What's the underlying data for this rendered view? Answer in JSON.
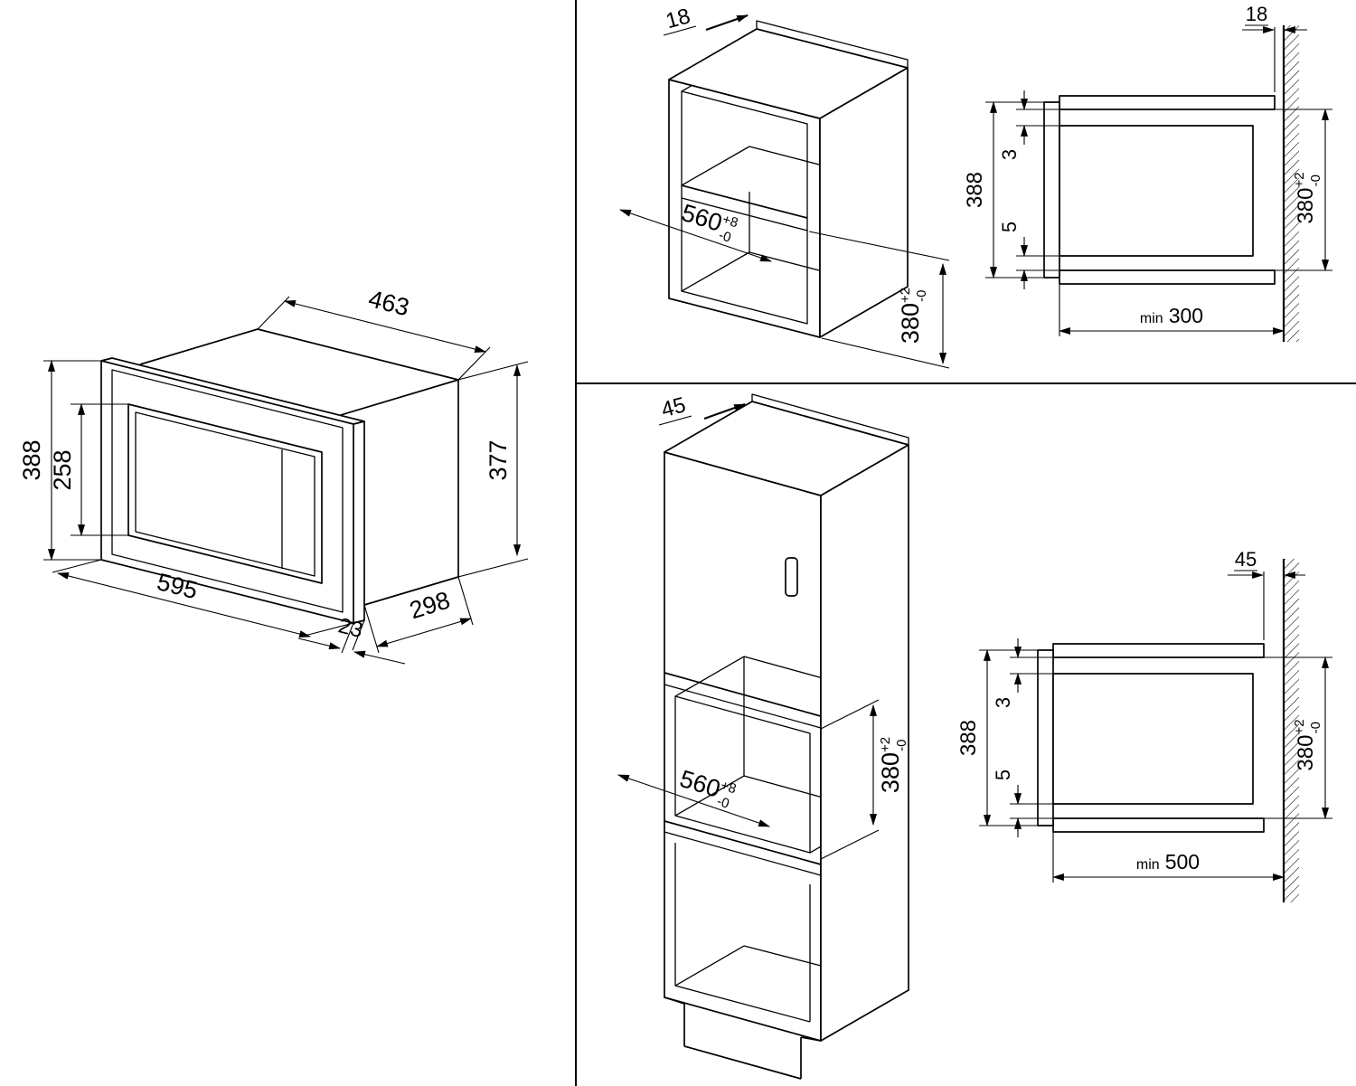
{
  "page": {
    "background": "#ffffff",
    "line_color": "#000000"
  },
  "microwave_view": {
    "top_width": "463",
    "front_height": "388",
    "window_height": "258",
    "body_height": "377",
    "front_width": "595",
    "frame_depth": "23",
    "body_depth": "298"
  },
  "niche_width": {
    "value": "560",
    "tol_plus": "+8",
    "tol_minus": "-0"
  },
  "niche_height": {
    "value": "380",
    "tol_plus": "+2",
    "tol_minus": "-0"
  },
  "wall_cabinet": {
    "panel_thickness": "18",
    "side_view": {
      "wall_clearance": "18",
      "top_gap": "3",
      "front_height": "388",
      "bottom_gap": "5",
      "min_label": "min",
      "min_depth": "300"
    }
  },
  "tall_cabinet": {
    "panel_thickness": "45",
    "side_view": {
      "wall_clearance": "45",
      "top_gap": "3",
      "front_height": "388",
      "bottom_gap": "5",
      "min_label": "min",
      "min_depth": "500"
    }
  }
}
